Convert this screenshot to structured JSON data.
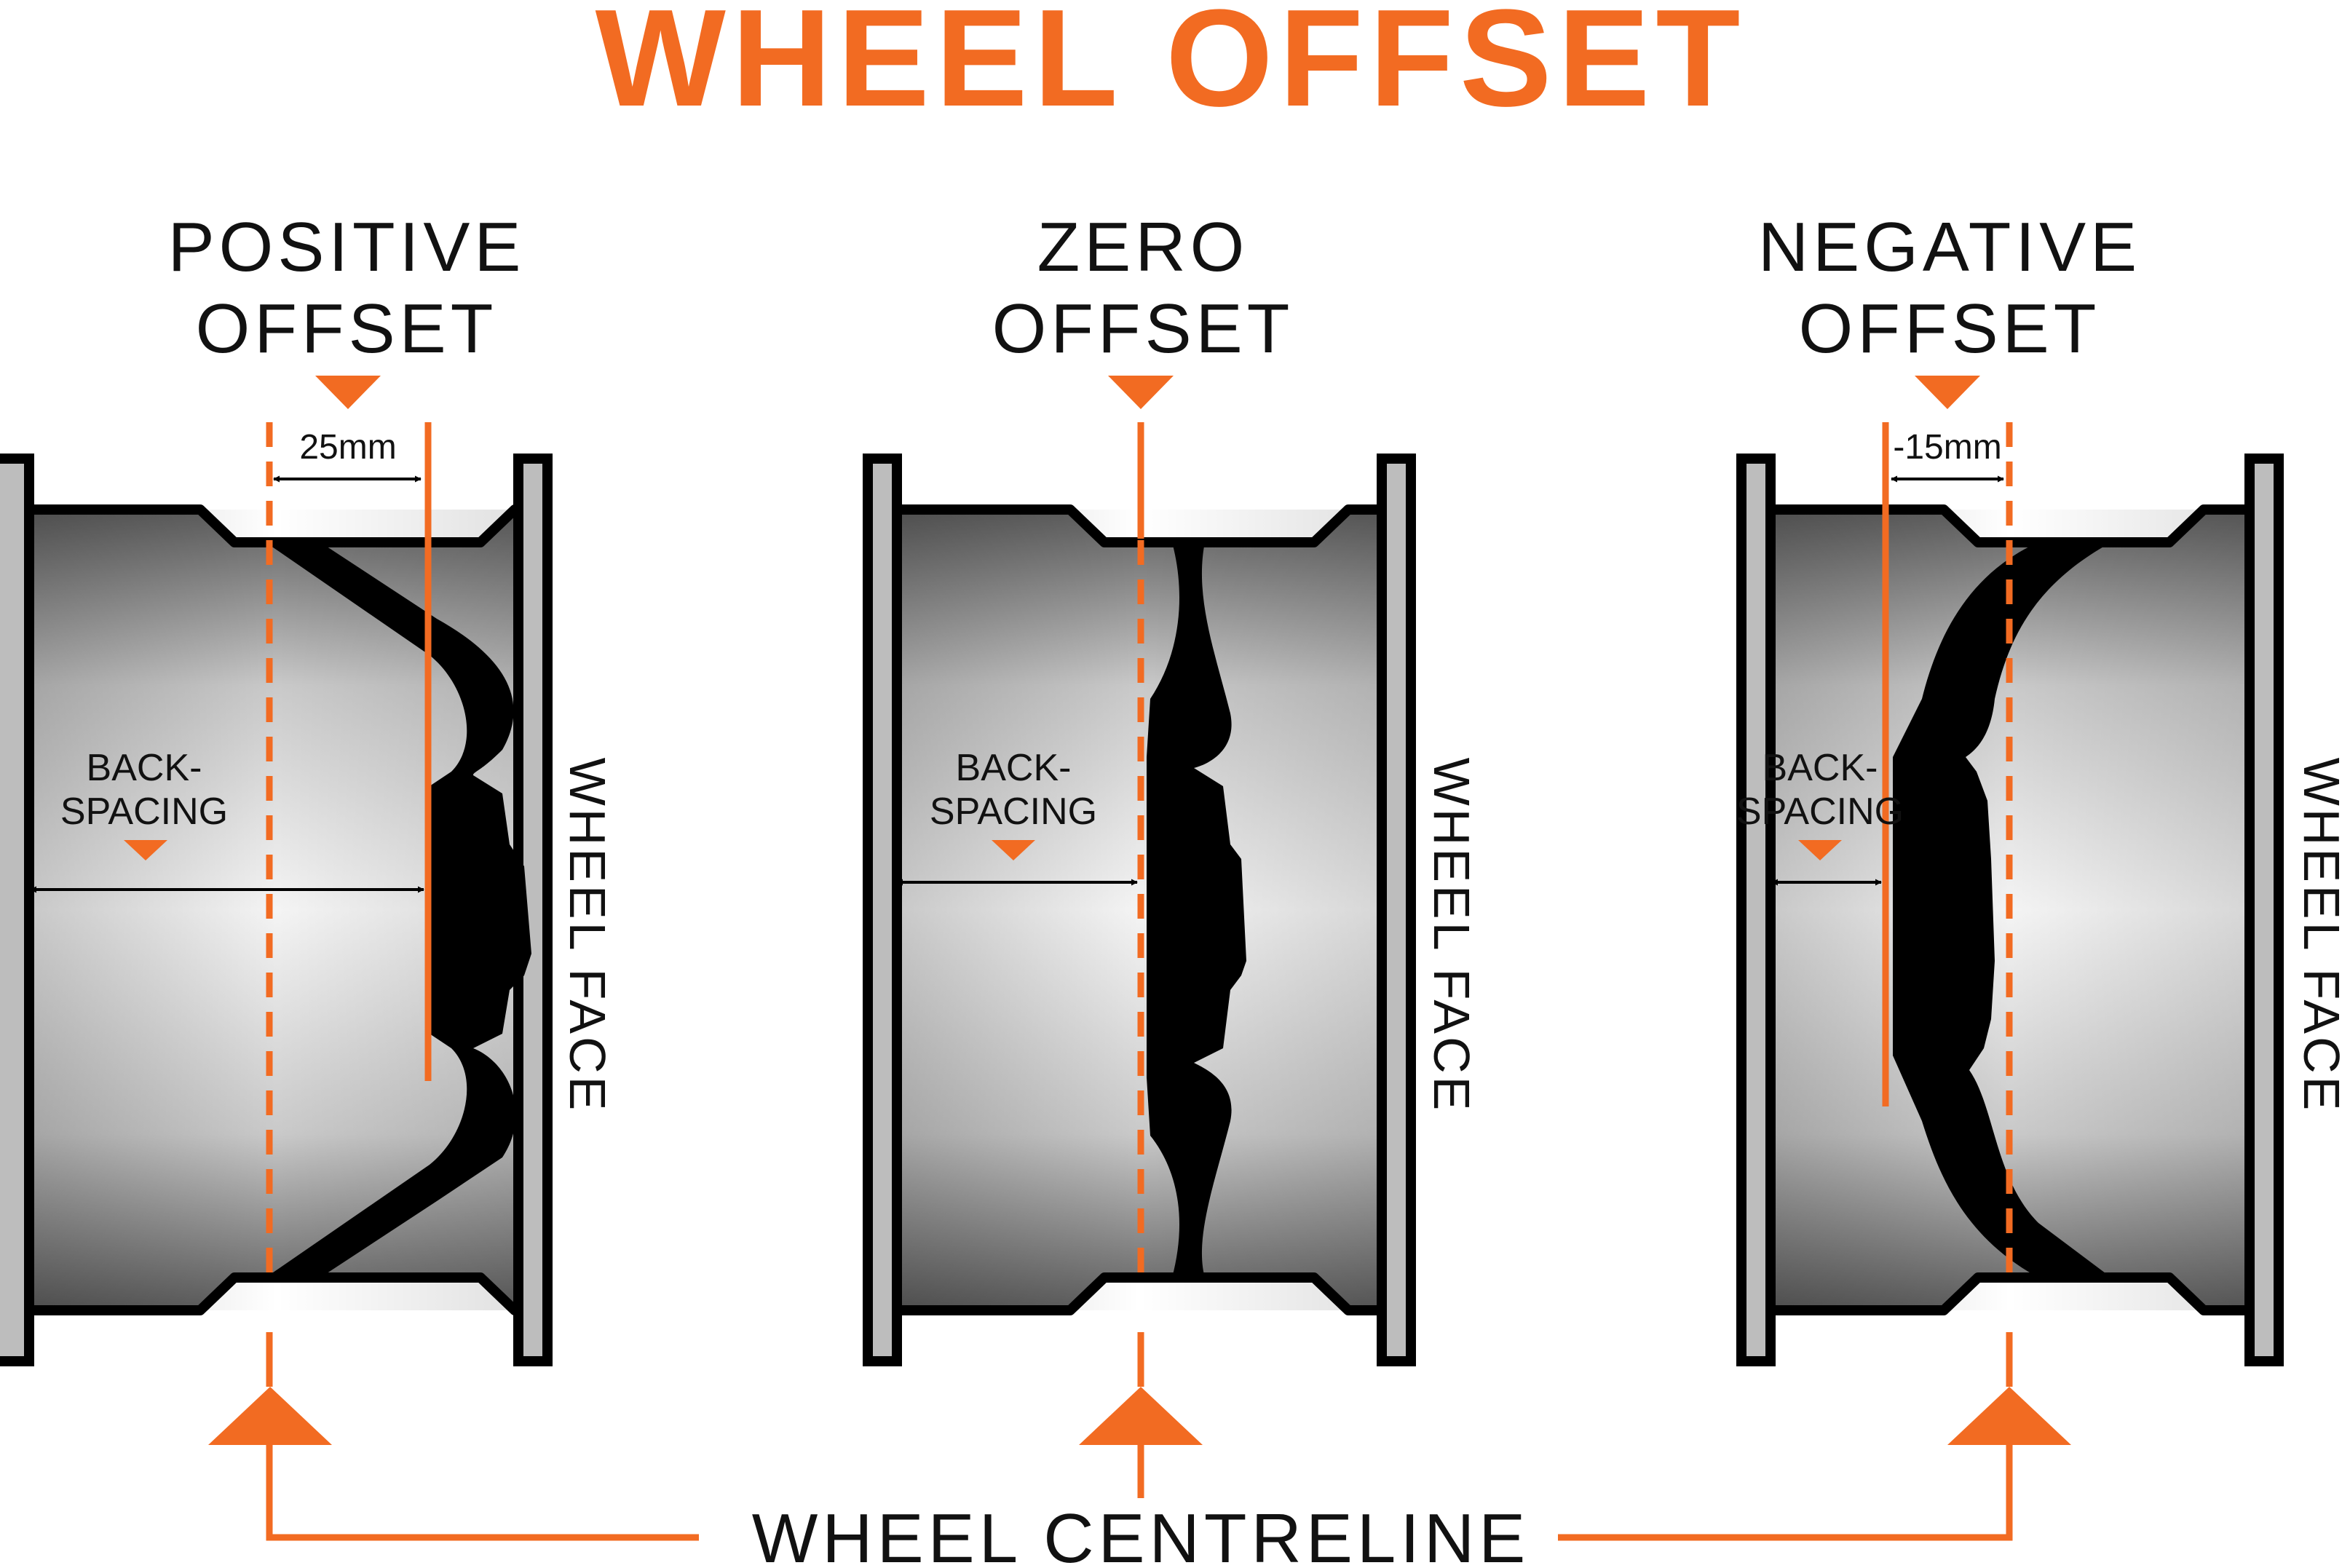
{
  "title": "WHEEL OFFSET",
  "colors": {
    "accent": "#F26B22",
    "outline": "#000000",
    "flange": "#BDBDBD"
  },
  "panels": [
    {
      "heading_line1": "POSITIVE",
      "heading_line2": "OFFSET",
      "offset_label": "25mm",
      "backspacing_line1": "BACK-",
      "backspacing_line2": "SPACING",
      "wheel_face_label": "WHEEL FACE"
    },
    {
      "heading_line1": "ZERO",
      "heading_line2": "OFFSET",
      "offset_label": "",
      "backspacing_line1": "BACK-",
      "backspacing_line2": "SPACING",
      "wheel_face_label": "WHEEL FACE"
    },
    {
      "heading_line1": "NEGATIVE",
      "heading_line2": "OFFSET",
      "offset_label": "-15mm",
      "backspacing_line1": "BACK-",
      "backspacing_line2": "SPACING",
      "wheel_face_label": "WHEEL FACE"
    }
  ],
  "centreline_label": "WHEEL CENTRELINE"
}
